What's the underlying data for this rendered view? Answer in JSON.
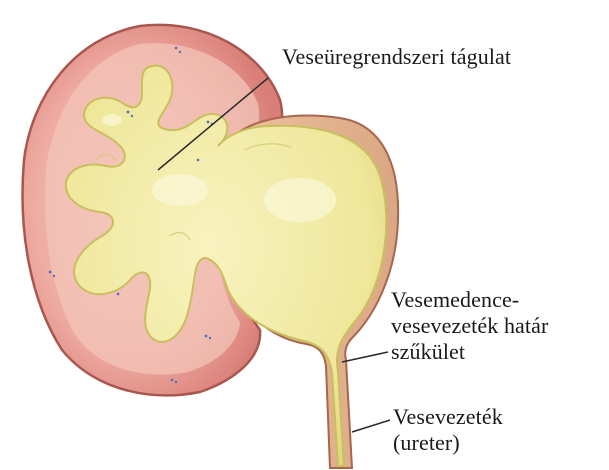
{
  "labels": {
    "dilation": "Veseüregrendszeri tágulat",
    "stricture": [
      "Vesemedence-",
      "vesevezeték határ",
      "szűkület"
    ],
    "ureter": [
      "Vesevezeték",
      "(ureter)"
    ]
  },
  "colors": {
    "kidney_outer": "#ea9f96",
    "kidney_border": "#9a4f4a",
    "kidney_inner": "#f2c2b6",
    "urine": "#f0eaa0",
    "urine_dark": "#d8cd6a",
    "pelvis_wall": "#f2c9a3",
    "leader_line": "#2a2a2a"
  }
}
